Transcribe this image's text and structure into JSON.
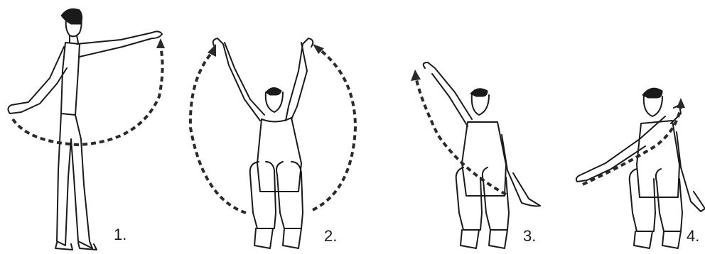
{
  "figures": [
    {
      "id": "1",
      "label": "1."
    },
    {
      "id": "2",
      "label": "2."
    },
    {
      "id": "3",
      "label": "3."
    },
    {
      "id": "4",
      "label": "4."
    }
  ]
}
